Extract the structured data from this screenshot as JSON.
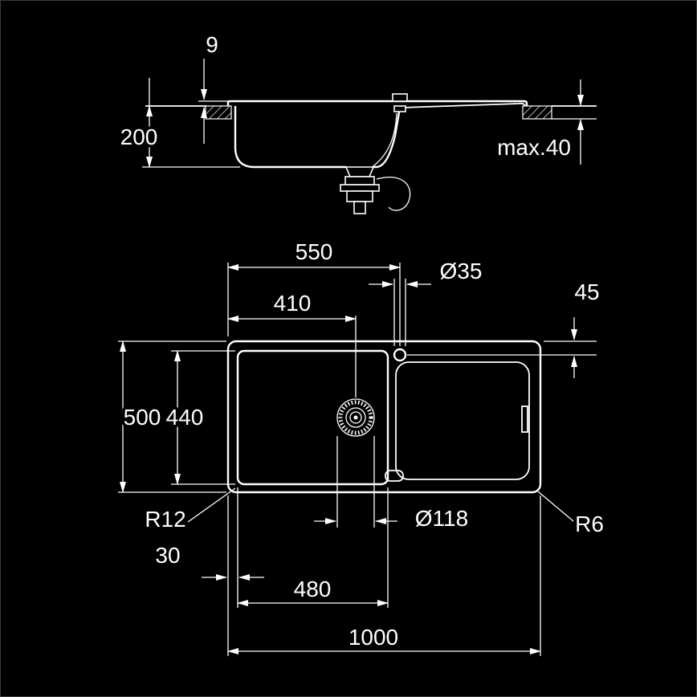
{
  "colors": {
    "background": "#000000",
    "line": "#ffffff"
  },
  "section_view": {
    "rim_height": "9",
    "bowl_depth": "200",
    "countertop_thickness": "max.40"
  },
  "plan_view": {
    "faucet_center_from_left": "550",
    "faucet_hole_diameter": "Ø35",
    "faucet_center_from_top": "45",
    "drain_center_from_left": "410",
    "overall_depth": "500",
    "bowl_inner_depth": "440",
    "inner_corner_radius": "R12",
    "drain_diameter": "Ø118",
    "outer_corner_radius": "R6",
    "left_inset": "30",
    "bowl_inner_width": "480",
    "overall_width": "1000"
  }
}
